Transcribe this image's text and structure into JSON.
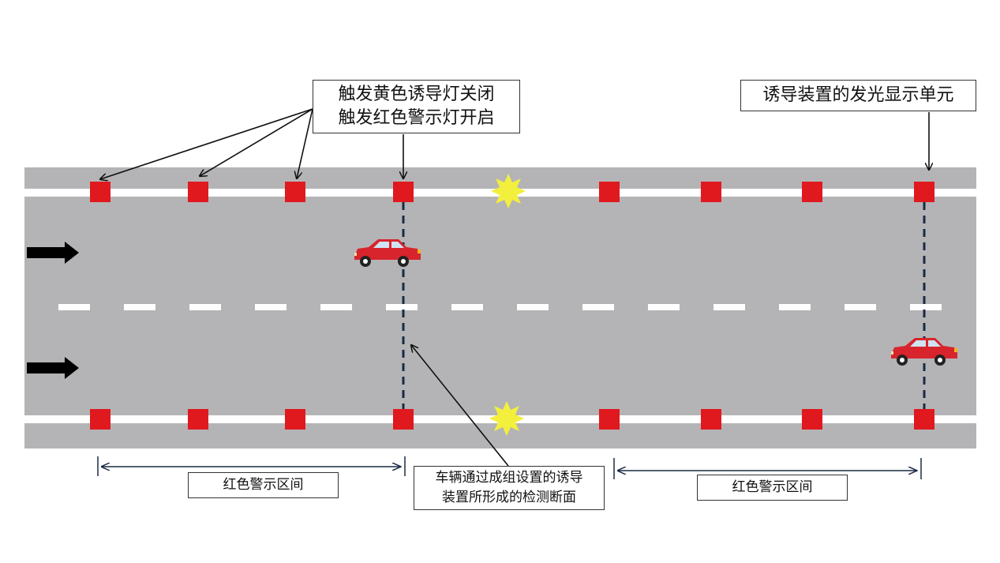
{
  "annotations": {
    "trigger": {
      "line1": "触发黄色诱导灯关闭",
      "line2": "触发红色警示灯开启"
    },
    "display_unit": "诱导装置的发光显示单元",
    "zone_left": "红色警示区间",
    "zone_right": "红色警示区间",
    "section": {
      "line1": "车辆通过成组设置的诱导",
      "line2": "装置所形成的检测断面"
    }
  },
  "colors": {
    "road": "#b4b4b6",
    "lane_line": "#ffffff",
    "red_light": "#e0191f",
    "yellow_light": "#f3ef3d",
    "car_body": "#d8242c",
    "arrow": "#000000",
    "detection_line": "#1a2a44"
  },
  "icons": [
    "traffic-arrow-icon",
    "red-warning-light-icon",
    "yellow-guide-light-icon",
    "car-icon"
  ]
}
